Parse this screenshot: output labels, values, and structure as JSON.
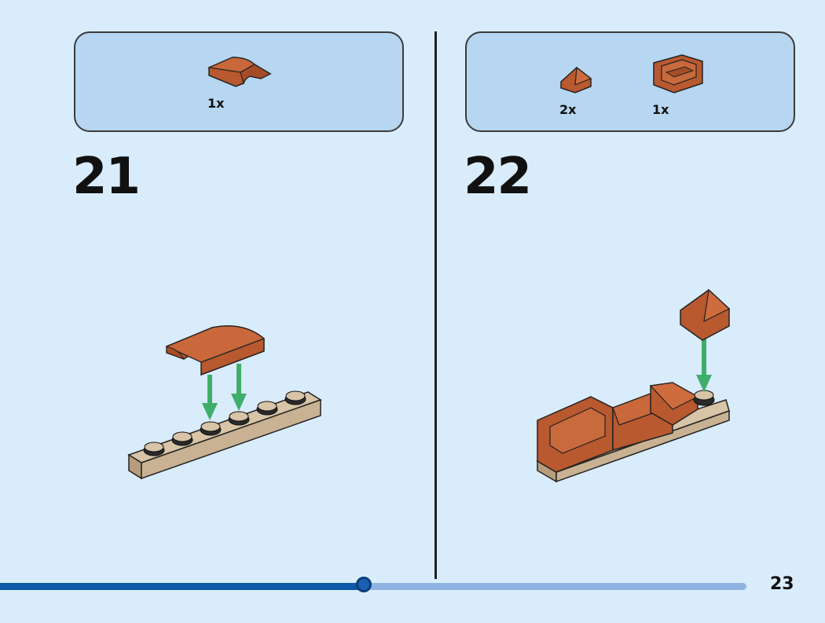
{
  "steps": [
    {
      "number": "21",
      "parts": [
        {
          "quantity": "1x",
          "piece": "curved-slope-brick-brown"
        }
      ]
    },
    {
      "number": "22",
      "parts": [
        {
          "quantity": "2x",
          "piece": "slope-brick-brown"
        },
        {
          "quantity": "1x",
          "piece": "armchair-brick-brown"
        }
      ]
    }
  ],
  "page": {
    "number": "23"
  },
  "progress": {
    "fraction": 0.487
  },
  "colors": {
    "background": "#d9ecfb",
    "parts_box": "#b6d6f1",
    "brick_brown": "#b8592f",
    "brick_tan": "#c9b293",
    "arrow_green": "#3fae6a",
    "progress_fill": "#0b5aa8",
    "progress_track": "#8fb4e3"
  }
}
